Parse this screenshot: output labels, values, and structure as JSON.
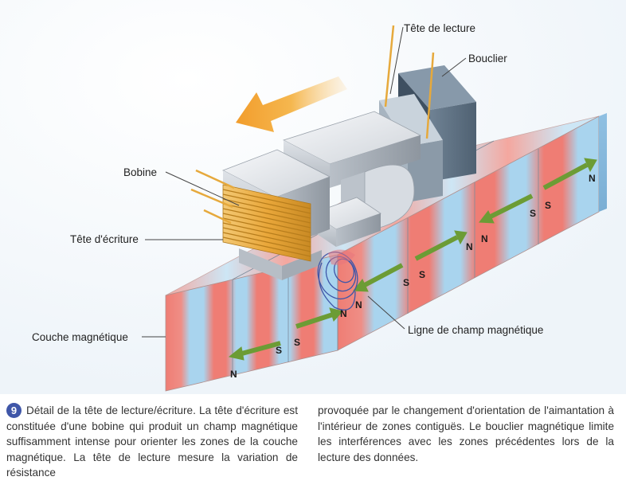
{
  "labels": {
    "read_head": "Tête de lecture",
    "shield": "Bouclier",
    "coil": "Bobine",
    "write_head": "Tête d'écriture",
    "magnetic_layer": "Couche magnétique",
    "field_line": "Ligne de champ magnétique"
  },
  "poles": {
    "north": "N",
    "south": "S"
  },
  "caption": {
    "number": "9",
    "left": "Détail de la tête de lecture/écriture. La tête d'écriture est constituée d'une bobine qui produit un champ magnétique suffisamment intense pour orienter les zones de la couche magnétique. La tête de lecture mesure la variation de résistance",
    "right": "provoquée par le changement d'orientation de l'aimantation à l'intérieur de zones contiguës. Le bouclier magnétique limite les interférences avec les zones précédentes lors de la lecture des données."
  },
  "colors": {
    "north_zone": "#ef7d74",
    "south_zone": "#a9d4ee",
    "arrow": "#6c9c35",
    "motion_arrow": "#f2a93a",
    "wire": "#e6a93c",
    "field_lines": "#3f56a8"
  }
}
